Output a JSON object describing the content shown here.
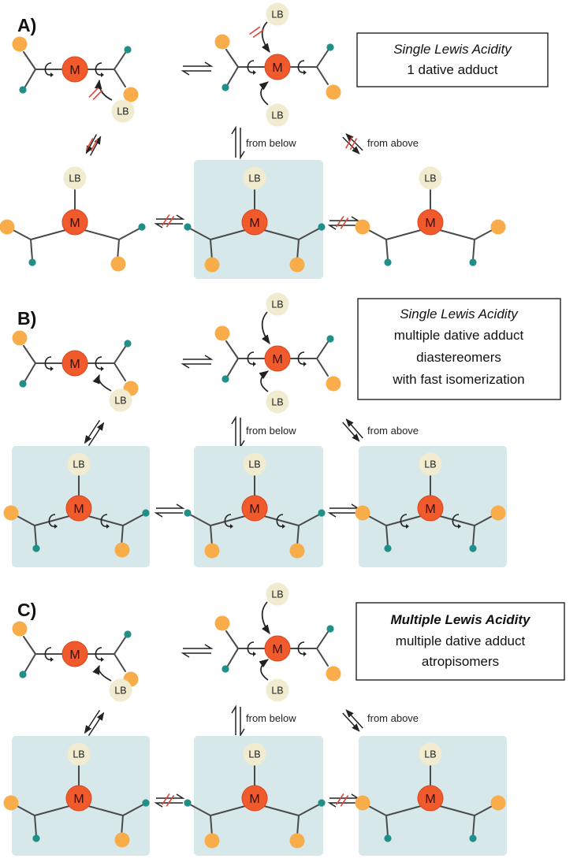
{
  "colors": {
    "metal": "#f05a2c",
    "metal_stroke": "#d8461c",
    "lewis_base": "#f1ebcf",
    "orange_group": "#f8ad4a",
    "teal_group": "#1f8f88",
    "panel_bg": "#d7e8ea",
    "bond": "#4a4a4a",
    "blocked_mark": "#e0453a"
  },
  "labels": {
    "metal": "M",
    "lewis_base": "LB",
    "from_below": "from below",
    "from_above": "from above"
  },
  "panels": [
    {
      "id": "A",
      "label": "A)",
      "box_lines": [
        "Single Lewis Acidity",
        "1 dative adduct"
      ],
      "box_title_style": "italic"
    },
    {
      "id": "B",
      "label": "B)",
      "box_lines": [
        "Single Lewis Acidity",
        "multiple dative adduct",
        "diastereomers",
        "with fast isomerization"
      ],
      "box_title_style": "italic"
    },
    {
      "id": "C",
      "label": "C)",
      "box_lines": [
        "Multiple Lewis Acidity",
        "multiple dative adduct",
        "atropisomers"
      ],
      "box_title_style": "bold-italic"
    }
  ]
}
